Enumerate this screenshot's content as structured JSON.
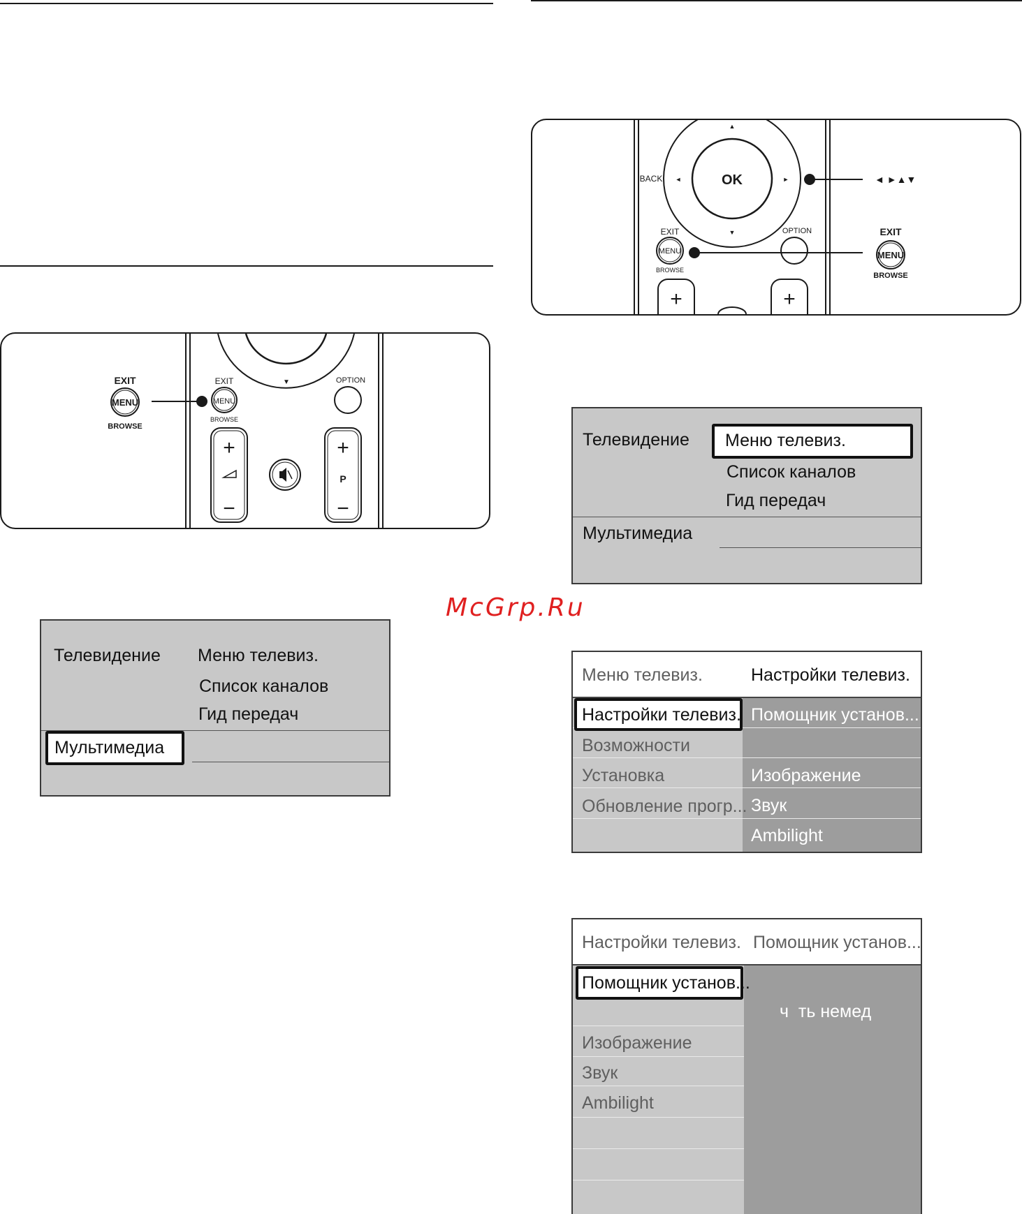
{
  "watermark": "McGrp.Ru",
  "remote_left": {
    "callout": {
      "exit": "EXIT",
      "menu": "MENU",
      "browse": "BROWSE"
    },
    "buttons": {
      "exit": "EXIT",
      "menu": "MENU",
      "browse": "BROWSE",
      "option": "OPTION",
      "program": "P",
      "down_arrow": "▼",
      "plus": "+",
      "minus": "−"
    }
  },
  "remote_right": {
    "buttons": {
      "ok": "OK",
      "back": "BACK",
      "exit": "EXIT",
      "menu": "MENU",
      "browse": "BROWSE",
      "option": "OPTION",
      "plus": "+",
      "up": "▲",
      "down": "▼",
      "left": "◄",
      "right": "►"
    },
    "callout": {
      "arrows": "◄ ►▲▼",
      "exit": "EXIT",
      "menu": "MENU",
      "browse": "BROWSE"
    }
  },
  "menu_left": {
    "col1": [
      "Телевидение",
      "Мультимедиа"
    ],
    "col2": [
      "Меню телевиз.",
      "Список каналов",
      "Гид передач"
    ]
  },
  "menu_right_1": {
    "col1": [
      "Телевидение",
      "Мультимедиа"
    ],
    "col2": [
      "Меню телевиз.",
      "Список каналов",
      "Гид передач"
    ]
  },
  "menu_right_2": {
    "header": [
      "Меню телевиз.",
      "Настройки телевиз."
    ],
    "col1": [
      "Настройки телевиз.",
      "Возможности",
      "Установка",
      "Обновление прогр..."
    ],
    "col2": [
      "Помощник установ...",
      "",
      "Изображение",
      "Звук",
      "Ambilight"
    ]
  },
  "menu_right_3": {
    "header": [
      "Настройки телевиз.",
      "Помощник установ..."
    ],
    "col1": [
      "Помощник установ...",
      "",
      "Изображение",
      "Звук",
      "Ambilight"
    ],
    "panel_text": "ч  ть немед"
  },
  "colors": {
    "menu_bg": "#c8c8c8",
    "menu_dark": "#9d9d9d",
    "watermark": "#e02020"
  }
}
